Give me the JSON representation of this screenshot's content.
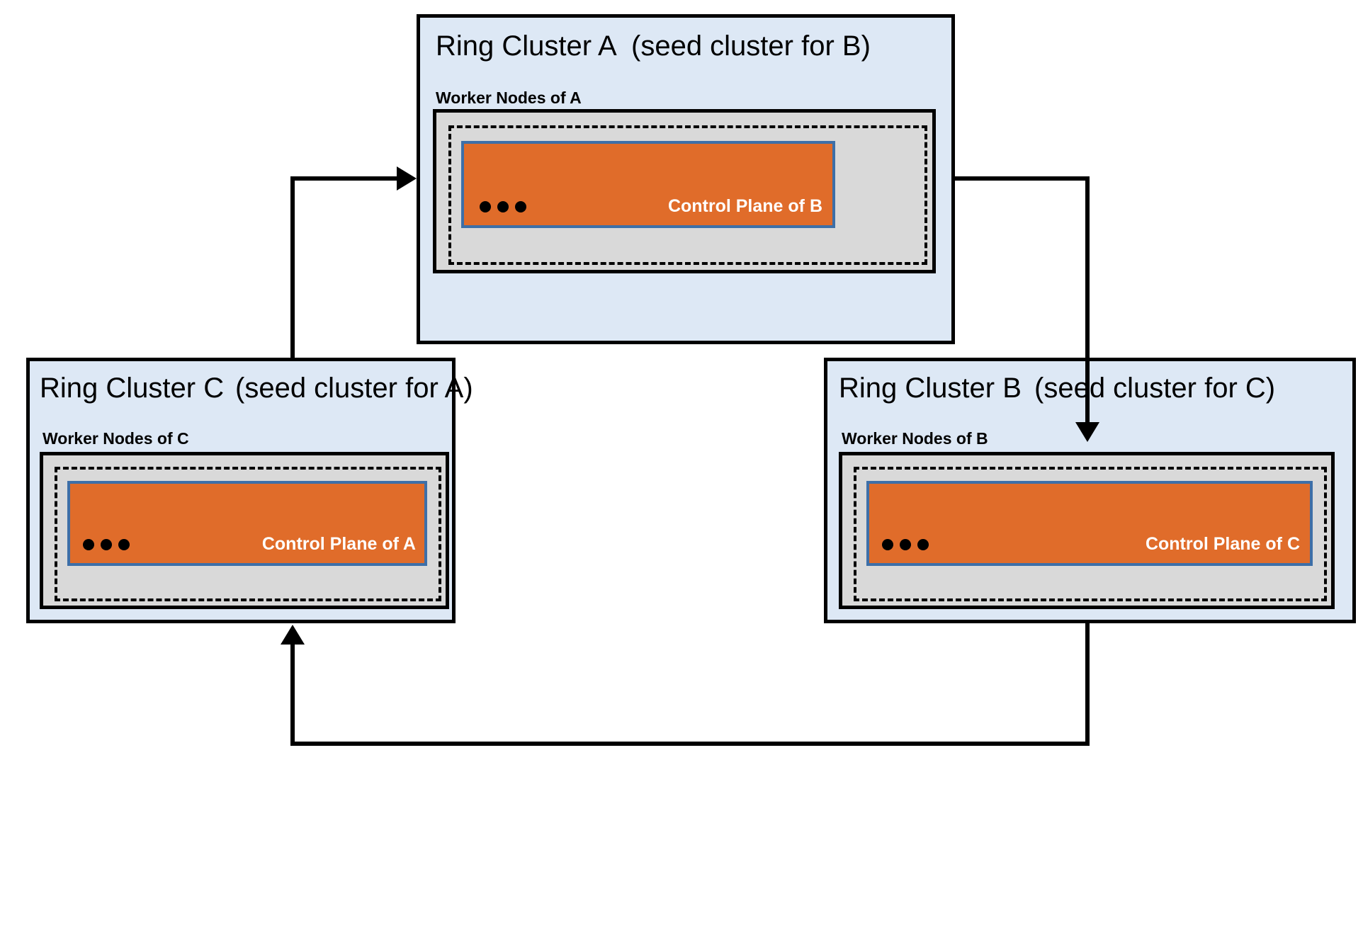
{
  "diagram": {
    "type": "ring-cluster-topology",
    "clusters": [
      {
        "id": "A",
        "title": "Ring Cluster A",
        "seed_note": "(seed cluster for B)",
        "worker_label": "Worker Nodes of A",
        "control_plane_label": "Control Plane of B",
        "ellipsis": "•••"
      },
      {
        "id": "C",
        "title": "Ring Cluster C",
        "seed_note": "(seed cluster for A)",
        "worker_label": "Worker Nodes of C",
        "control_plane_label": "Control Plane of A",
        "ellipsis": "•••"
      },
      {
        "id": "B",
        "title": "Ring Cluster B",
        "seed_note": "(seed cluster for C)",
        "worker_label": "Worker Nodes of B",
        "control_plane_label": "Control Plane of C",
        "ellipsis": "•••"
      }
    ],
    "connections": [
      {
        "from": "C",
        "to": "A",
        "direction": "right"
      },
      {
        "from": "A",
        "to": "B",
        "direction": "down"
      },
      {
        "from": "B",
        "to": "C",
        "direction": "up"
      }
    ],
    "colors": {
      "cluster_fill": "#dde8f5",
      "worker_fill": "#d9d9d9",
      "control_plane_fill": "#e06c2a",
      "control_plane_border": "#3d6fa8",
      "outline": "#000000",
      "control_plane_text": "#ffffff",
      "background": "#ffffff"
    }
  }
}
